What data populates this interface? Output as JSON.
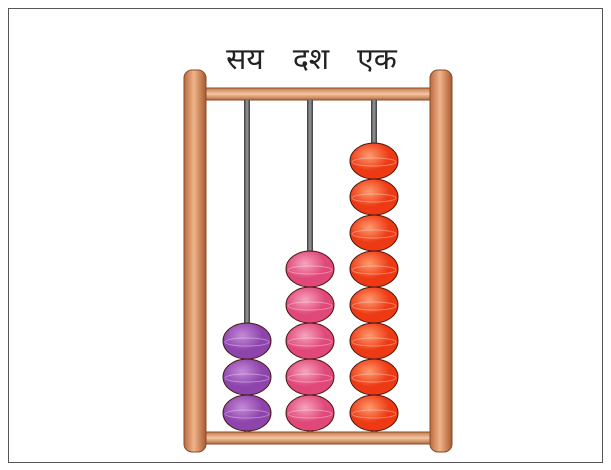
{
  "columns": [
    {
      "label": "सय",
      "beads": 3,
      "color": "#8e44ad",
      "highlight": "#c58ad8"
    },
    {
      "label": "दश",
      "beads": 5,
      "color": "#e0487a",
      "highlight": "#f6a3bd"
    },
    {
      "label": "एक",
      "beads": 8,
      "color": "#ee3a14",
      "highlight": "#ff9a6e"
    }
  ]
}
